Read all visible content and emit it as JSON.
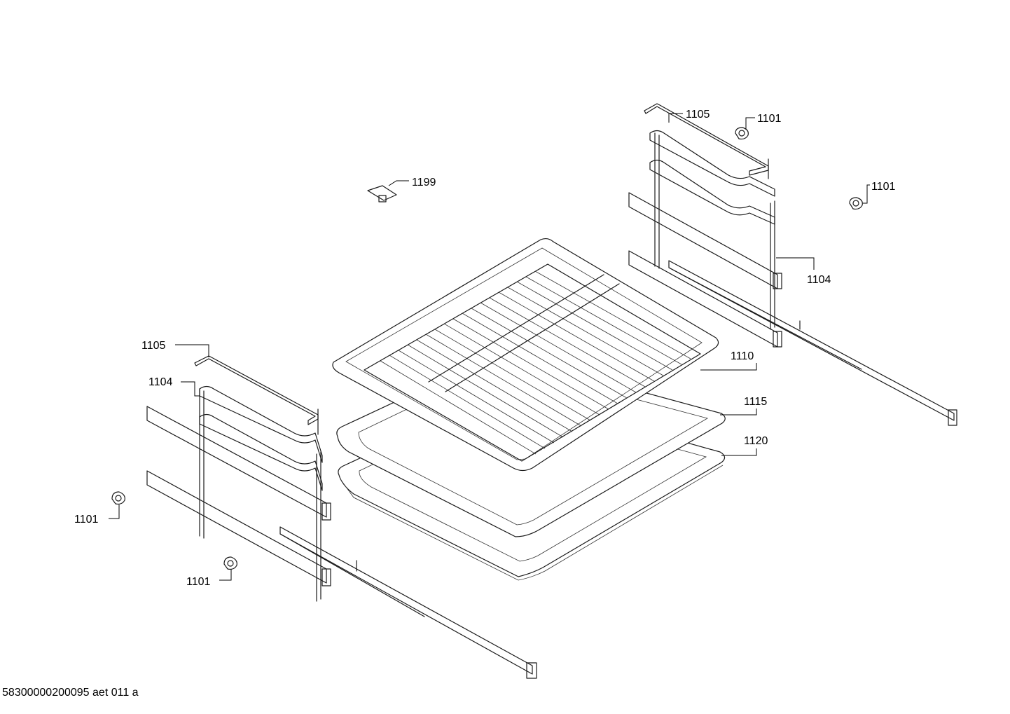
{
  "callouts": {
    "c1105_top": "1105",
    "c1101_top": "1101",
    "c1199": "1199",
    "c1101_right": "1101",
    "c1104_right": "1104",
    "c1110": "1110",
    "c1115": "1115",
    "c1120": "1120",
    "c1105_left": "1105",
    "c1104_left": "1104",
    "c1101_left": "1101",
    "c1101_bottom": "1101"
  },
  "footer": "58300000200095 aet 011 a"
}
